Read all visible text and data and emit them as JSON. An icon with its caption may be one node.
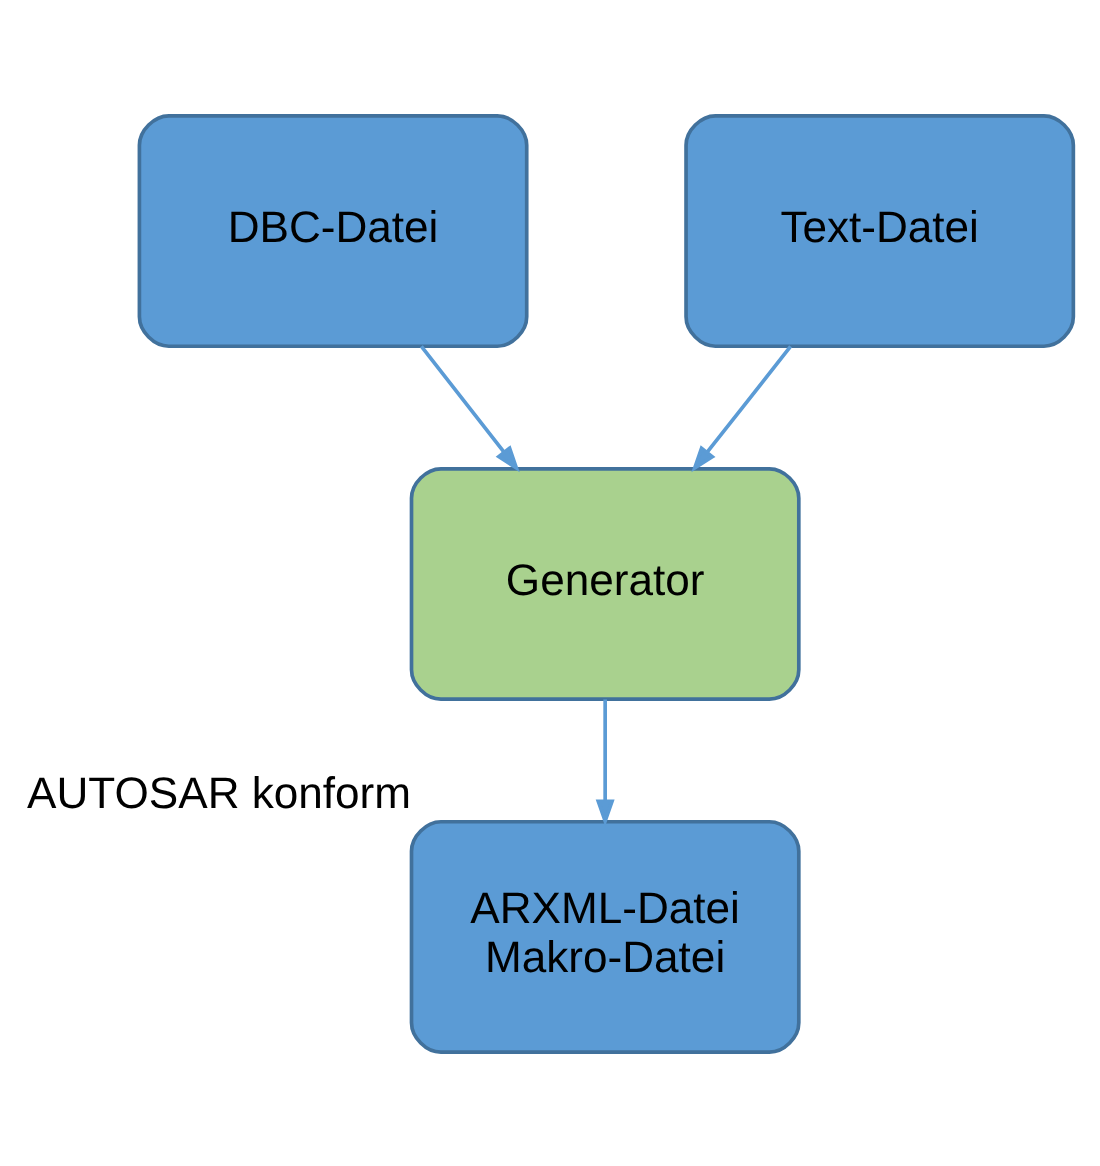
{
  "diagram": {
    "nodes": [
      {
        "text": [
          "DBC-Datei"
        ]
      },
      {
        "text": [
          "Text-Datei"
        ]
      },
      {
        "text": [
          "Generator"
        ]
      },
      {
        "text": [
          "ARXML-Datei",
          "Makro-Datei"
        ],
        "beside": [
          "AUTOSAR konform"
        ]
      }
    ],
    "edges": [
      {
        "from": 0,
        "to": 2,
        "arrow": "to"
      },
      {
        "from": 1,
        "to": 2,
        "arrow": "to"
      },
      {
        "from": 2,
        "to": 3,
        "arrow": "to"
      }
    ]
  }
}
